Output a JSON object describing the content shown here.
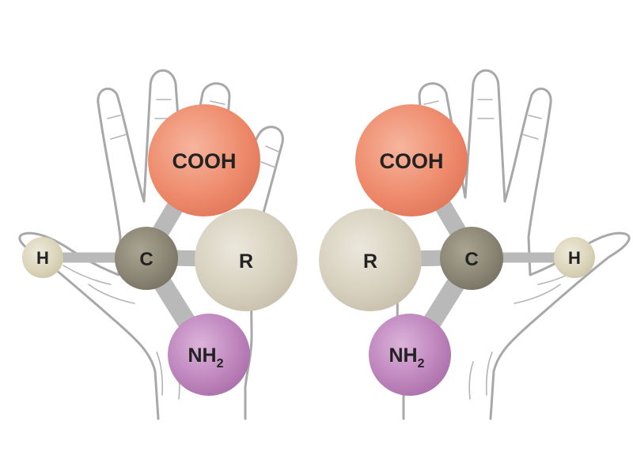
{
  "molecules": [
    {
      "hand": "left",
      "atoms": {
        "cooh": "COOH",
        "h": "H",
        "c": "C",
        "r": "R",
        "nh2_main": "NH",
        "nh2_sub": "2"
      }
    },
    {
      "hand": "right",
      "atoms": {
        "cooh": "COOH",
        "h": "H",
        "c": "C",
        "r": "R",
        "nh2_main": "NH",
        "nh2_sub": "2"
      }
    }
  ],
  "colors": {
    "cooh": "#f08c6c",
    "r": "#d8d2c2",
    "c": "#8c8676",
    "h": "#ddd6bd",
    "nh2": "#bf86be",
    "bond": "#b9b9b9",
    "hand_outline": "#a8a8a8"
  }
}
